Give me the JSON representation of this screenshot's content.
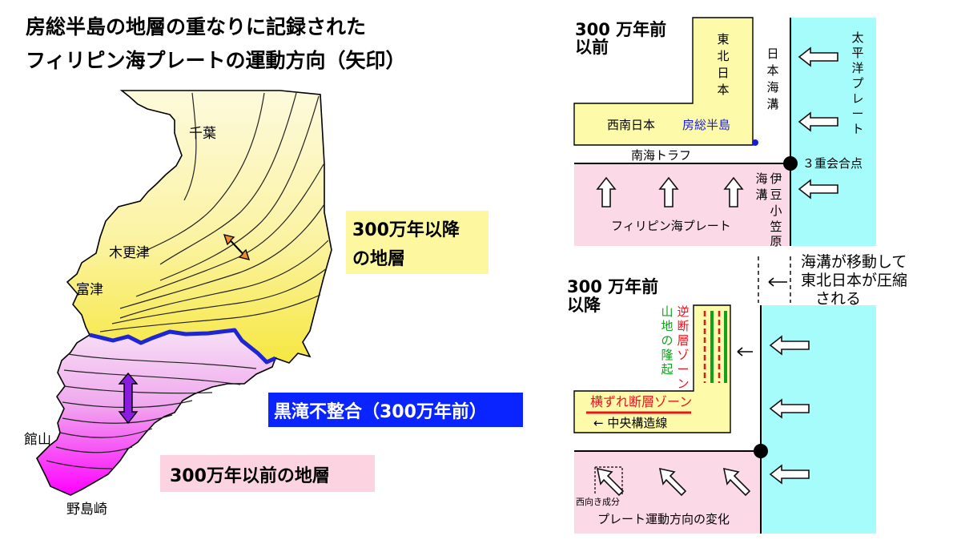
{
  "title": {
    "line1": "房総半島の地層の重なりに記録された",
    "line2": "フィリピン海プレートの運動方向（矢印）"
  },
  "map": {
    "places": {
      "chiba": "千葉",
      "kisarazu": "木更津",
      "futtsu": "富津",
      "tateyama": "館山",
      "nojimazaki": "野島崎"
    },
    "labels": {
      "after_layer": [
        "300万年以降",
        "の地層"
      ],
      "unconformity": "黒滝不整合（300万年前）",
      "before_layer": "300万年以前の地層"
    },
    "colors": {
      "after_layer": "#fdf8a0",
      "before_layer": "#fcd3e1",
      "unconformity_box": "#0a24ff",
      "coast_after_top": "#fdf9d2",
      "coast_after_bottom": "#f9ee68",
      "coast_before_top": "#f6d4f2",
      "coast_before_bottom": "#ff00ff",
      "unconformity_line": "#1d25d6",
      "arrow_after": "#f38a2b",
      "arrow_before": "#8a1be0"
    }
  },
  "diagram_before": {
    "title": [
      "300 万年前",
      "以前"
    ],
    "tohoku": [
      "東",
      "北",
      "日",
      "本"
    ],
    "seinan": "西南日本",
    "boso": "房総半島",
    "nankai": "南海トラフ",
    "japan_trench": [
      "日",
      "本",
      "海",
      "溝"
    ],
    "pacific": [
      "太",
      "平",
      "洋",
      "プ",
      "レ",
      "ー",
      "ト"
    ],
    "triple": "３重会合点",
    "izu_trench": [
      "海",
      "溝"
    ],
    "izu": [
      "伊",
      "豆",
      "小",
      "笠",
      "原"
    ],
    "philippine": "フィリピン海プレート"
  },
  "note": {
    "lines": [
      "海溝が移動して",
      "東北日本が圧縮",
      "される"
    ]
  },
  "diagram_after": {
    "title": [
      "300 万年前",
      "以降"
    ],
    "reverse": [
      "逆",
      "断",
      "層",
      "ゾ",
      "ー",
      "ン"
    ],
    "uplift": [
      "山",
      "地",
      "の",
      "隆",
      "起"
    ],
    "strike_slip": "横ずれ断層ゾーン",
    "mtl": "← 中央構造線",
    "west": "西向き成分",
    "change": "プレート運動方向の変化"
  },
  "colors": {
    "land": "#fdfaaa",
    "philippine_plate": "#fbd9e6",
    "pacific_plate": "#a6fbfb",
    "boso_text": "#1a1adc",
    "red": "#e8141e",
    "green": "#14a020"
  }
}
